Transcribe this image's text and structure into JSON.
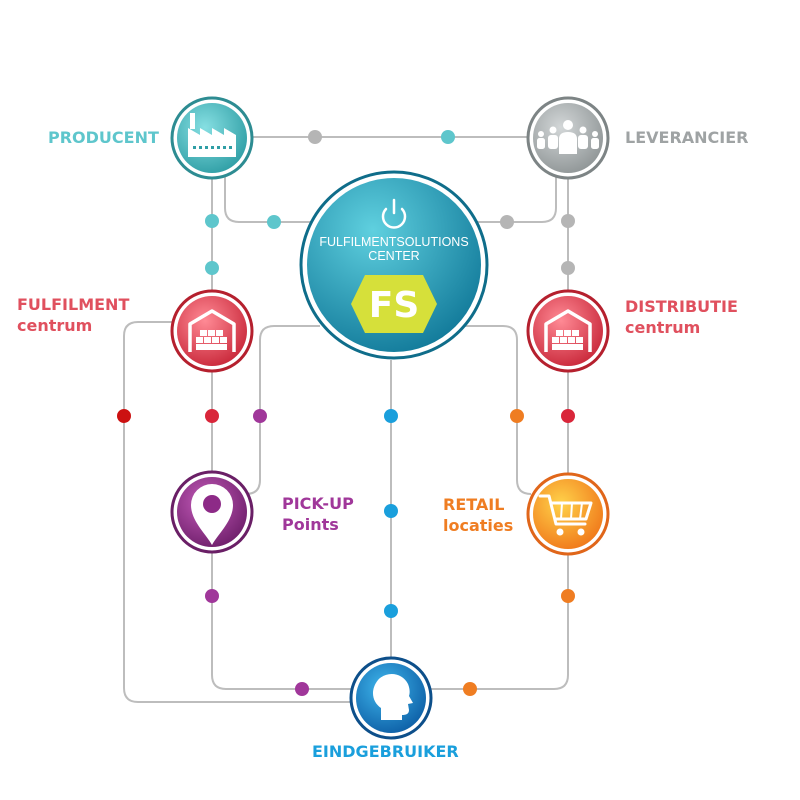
{
  "colors": {
    "line": "#bdbdbd",
    "teal": "#5ec6cc",
    "grey": "#b5b5b5",
    "red": "#e0505e",
    "dark_red": "#cc1111",
    "purple": "#a0379a",
    "blue": "#1a9fdc",
    "orange": "#ef7d22",
    "lime": "#d6e03a"
  },
  "center": {
    "line1": "FULFILMENTSOLUTIONS",
    "line2": "CENTER",
    "badge": "FS",
    "icon": "power-icon"
  },
  "nodes": {
    "producent": {
      "label": "PRODUCENT",
      "icon": "factory-icon"
    },
    "leverancier": {
      "label": "LEVERANCIER",
      "icon": "people-group-icon"
    },
    "fulfilment": {
      "label_line1": "FULFILMENT",
      "label_line2": "centrum",
      "icon": "warehouse-icon"
    },
    "distributie": {
      "label_line1": "DISTRIBUTIE",
      "label_line2": "centrum",
      "icon": "warehouse-icon"
    },
    "pickup": {
      "label_line1": "PICK-UP",
      "label_line2": "Points",
      "icon": "map-pin-icon"
    },
    "retail": {
      "label_line1": "RETAIL",
      "label_line2": "locaties",
      "icon": "shopping-cart-icon"
    },
    "eindgebruiker": {
      "label": "EINDGEBRUIKER",
      "icon": "user-head-icon"
    }
  }
}
